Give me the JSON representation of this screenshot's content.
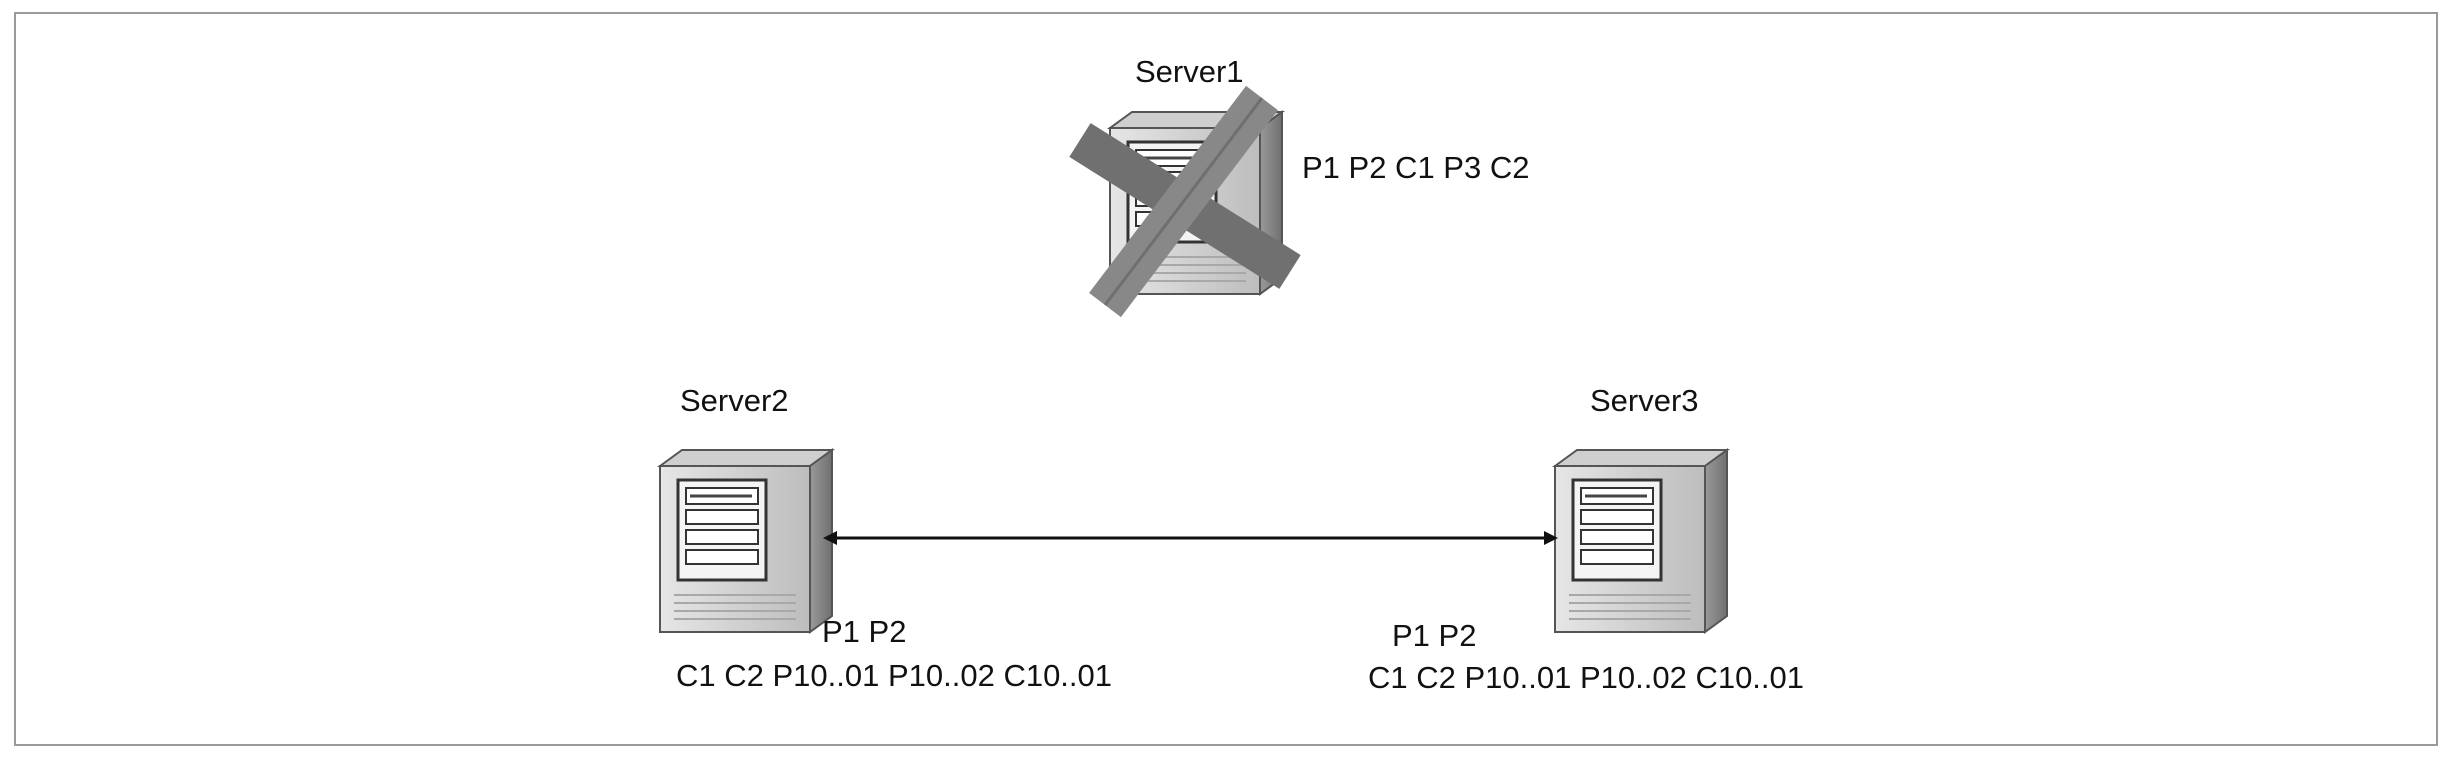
{
  "diagram": {
    "servers": [
      {
        "label": "Server1",
        "status": "failed",
        "contents": [
          "P1 P2 C1 P3 C2"
        ]
      },
      {
        "label": "Server2",
        "status": "online",
        "contents": [
          "P1  P2",
          "C1  C2  P10..01  P10..02  C10..01"
        ]
      },
      {
        "label": "Server3",
        "status": "online",
        "contents": [
          "P1  P2",
          "C1  C2  P10..01  P10..02  C10..01"
        ]
      }
    ],
    "connections": [
      {
        "from": "Server2",
        "to": "Server3",
        "direction": "bidirectional"
      }
    ],
    "icons": {
      "server": "server-tower-icon",
      "failure": "cross-x-icon"
    },
    "colors": {
      "cross": "#7a7a7a",
      "server_body": "#d0d0d0",
      "line": "#111111"
    }
  }
}
